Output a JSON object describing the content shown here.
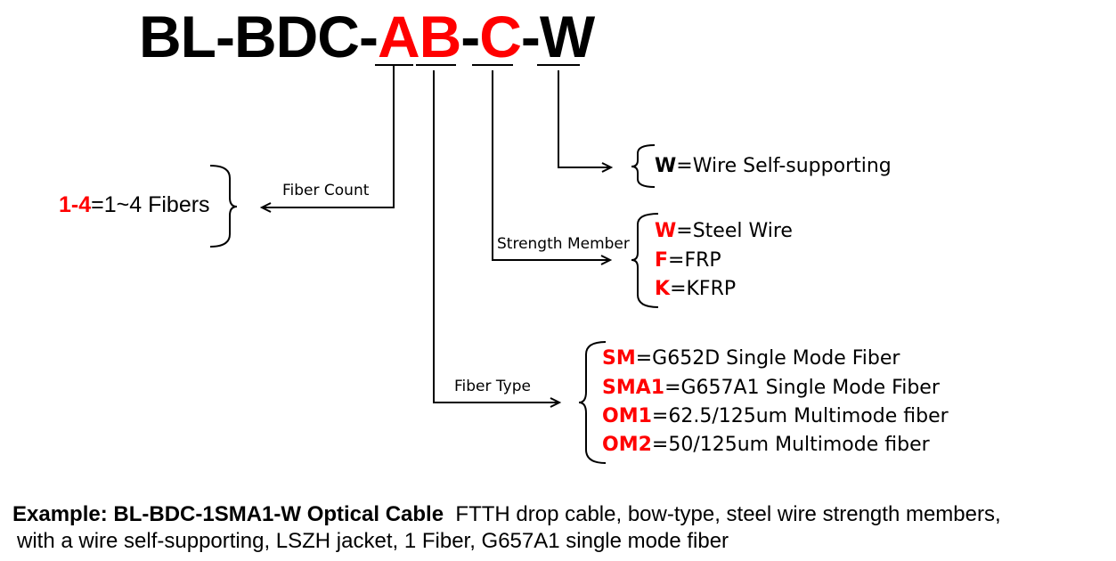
{
  "title": {
    "prefix": "BL-BDC-",
    "ab": "AB",
    "dash1": "-",
    "c": "C",
    "dash2": "-",
    "w": "W"
  },
  "branches": {
    "fiber_count": {
      "label": "Fiber Count",
      "options": [
        {
          "code": "1-4",
          "text": "=1~4 Fibers"
        }
      ]
    },
    "wire": {
      "options": [
        {
          "code": "W",
          "text": "=Wire Self-supporting"
        }
      ]
    },
    "strength_member": {
      "label": "Strength Member",
      "options": [
        {
          "code": "W",
          "text": "=Steel Wire"
        },
        {
          "code": "F",
          "text": "=FRP"
        },
        {
          "code": "K",
          "text": "=KFRP"
        }
      ]
    },
    "fiber_type": {
      "label": "Fiber Type",
      "options": [
        {
          "code": "SM",
          "text": "=G652D Single Mode Fiber"
        },
        {
          "code": "SMA1",
          "text": "=G657A1 Single Mode Fiber"
        },
        {
          "code": "OM1",
          "text": "=62.5/125um Multimode fiber"
        },
        {
          "code": "OM2",
          "text": "=50/125um Multimode fiber"
        }
      ]
    }
  },
  "example": {
    "bold": "Example: BL-BDC-1SMA1-W Optical Cable",
    "line1": "FTTH drop cable, bow-type, steel wire strength members,",
    "line2": "with a wire self-supporting, LSZH jacket, 1 Fiber, G657A1 single mode fiber"
  },
  "colors": {
    "accent": "#ff0000",
    "text": "#000000"
  }
}
